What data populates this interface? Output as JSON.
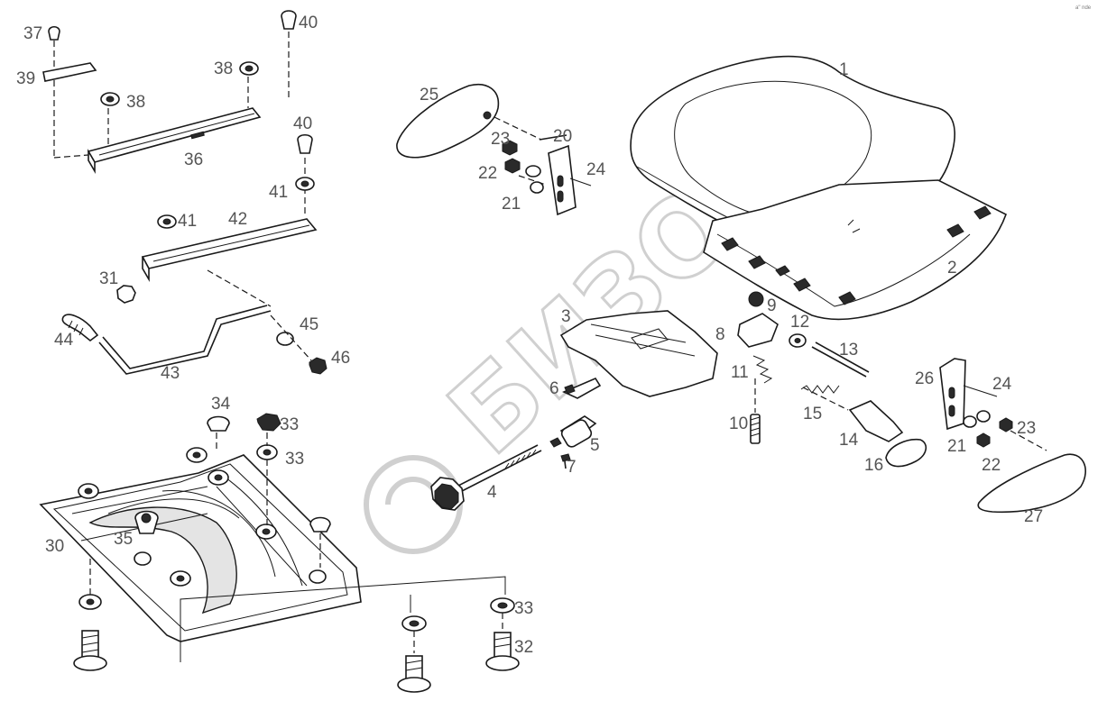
{
  "corner_note": "a\" nde",
  "watermark": "БИЗОН",
  "labels": {
    "p1": "1",
    "p2": "2",
    "p3": "3",
    "p4": "4",
    "p5": "5",
    "p6": "6",
    "p7": "7",
    "p8": "8",
    "p9": "9",
    "p10": "10",
    "p11": "11",
    "p12": "12",
    "p13": "13",
    "p14": "14",
    "p15": "15",
    "p16": "16",
    "p20": "20",
    "p21a": "21",
    "p22a": "22",
    "p23a": "23",
    "p24a": "24",
    "p25": "25",
    "p26": "26",
    "p24b": "24",
    "p23b": "23",
    "p21b": "21",
    "p22b": "22",
    "p27": "27",
    "p30": "30",
    "p31": "31",
    "p32": "32",
    "p33a": "33",
    "p33b": "33",
    "p33c": "33",
    "p34": "34",
    "p35": "35",
    "p36": "36",
    "p37": "37",
    "p38a": "38",
    "p38b": "38",
    "p39": "39",
    "p40a": "40",
    "p40b": "40",
    "p41a": "41",
    "p41b": "41",
    "p42": "42",
    "p43": "43",
    "p44": "44",
    "p45": "45",
    "p46": "46"
  }
}
